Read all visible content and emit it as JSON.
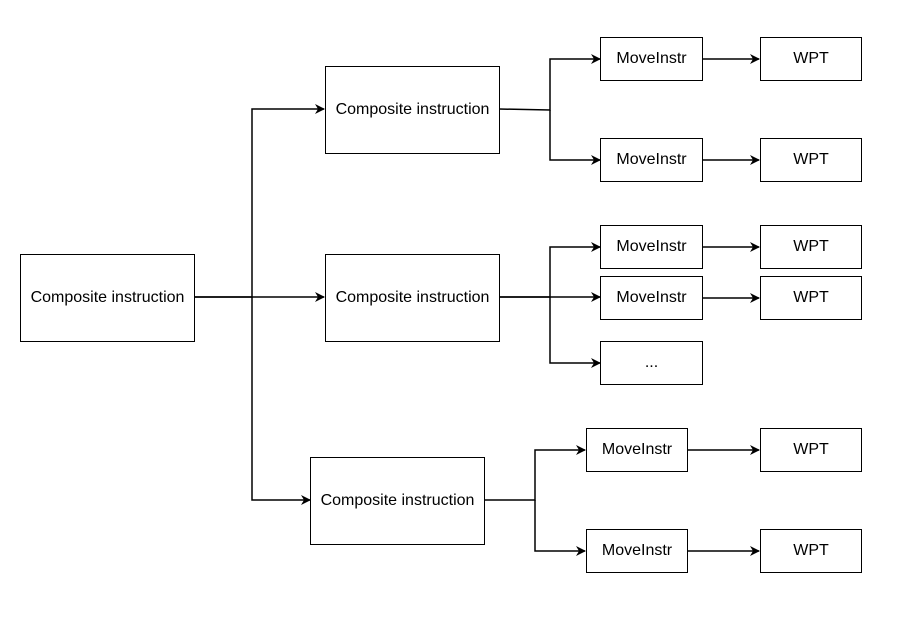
{
  "nodes": {
    "root": {
      "label": "Composite instruction"
    },
    "c1": {
      "label": "Composite instruction"
    },
    "c2": {
      "label": "Composite instruction"
    },
    "c3": {
      "label": "Composite instruction"
    },
    "m1": {
      "label": "MoveInstr"
    },
    "m2": {
      "label": "MoveInstr"
    },
    "m3": {
      "label": "MoveInstr"
    },
    "m4": {
      "label": "MoveInstr"
    },
    "e1": {
      "label": "..."
    },
    "m5": {
      "label": "MoveInstr"
    },
    "m6": {
      "label": "MoveInstr"
    },
    "w1": {
      "label": "WPT"
    },
    "w2": {
      "label": "WPT"
    },
    "w3": {
      "label": "WPT"
    },
    "w4": {
      "label": "WPT"
    },
    "w5": {
      "label": "WPT"
    },
    "w6": {
      "label": "WPT"
    }
  },
  "colors": {
    "stroke": "#000000",
    "fill": "#ffffff"
  }
}
